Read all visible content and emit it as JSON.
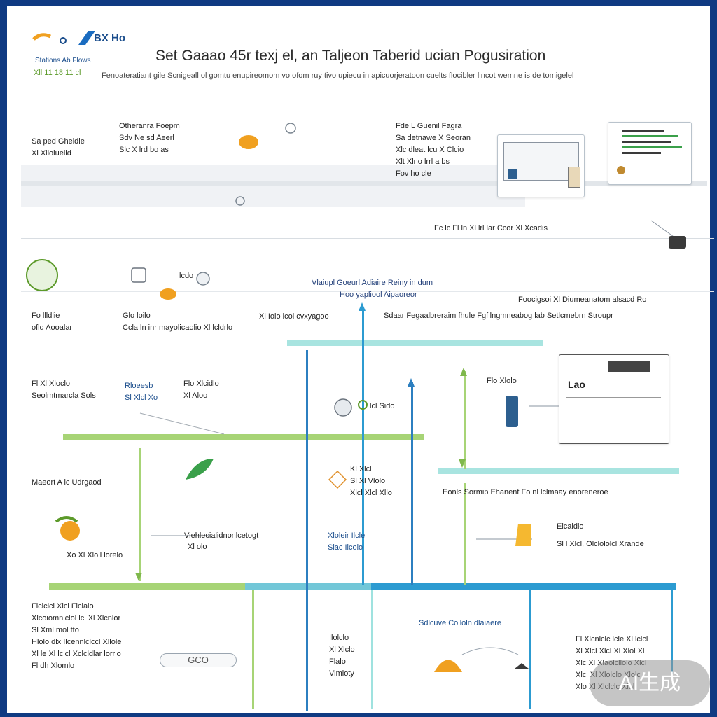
{
  "header": {
    "brand_line_1": "BX Ho",
    "brand_line_2": "Stations Ab Flows",
    "brand_line_3": "Xll 11 18 11 cl",
    "title": "Set Gaaao 45r texj el, an Taljeon Taberid ucian Pogusiration",
    "subtitle": "Fenoateratiant gile Scnigeall ol gomtu enupireomom vo ofom ruy tivo upiecu in apicuorjeratoon cuelts flocibler lincot wemne is de tomigelel"
  },
  "blocks": {
    "top_left_label": [
      "Sa ped Gheldie",
      "Xl Xiloluelld"
    ],
    "top_mid": [
      "Otheranra Foepm",
      "Sdv Ne sd Aeerl",
      "Slc X lrd bo as"
    ],
    "top_right": [
      "Fde  L Guenil Fagra",
      "Sa detnawe X Seoran",
      "Xlc dleat lcu X Clcio",
      "Xlt Xlno lrrl a bs",
      "Fov ho cle"
    ],
    "ribbon_right": "Fc lc Fl ln Xl lrl lar Ccor Xl Xcadis",
    "mid_left_a": [
      "Fo llldlie",
      "ofld Aooalar"
    ],
    "mid_left_b": [
      "Glo loilo",
      "Ccla ln inr mayolicaolio Xl lcldrlo"
    ],
    "mid_left_small": "lcdo",
    "center_caption": "Xl Ioio lcol cvxyagoo",
    "center_box": [
      "Vlaiupl Goeurl Adiaire Reiny in dum",
      "Hoo yapliool Aipaoreor"
    ],
    "center_right": "Sdaar Fegaalbreraim fhule Fgfllngmneabog lab Setlcmebrn Stroupr",
    "right_label": "Foocigsoi Xl Diumeanatom alsacd Ro",
    "row2_left": [
      "Fl Xl Xloclo",
      "Seolmtmarcla Sols"
    ],
    "row2_mid": [
      "Rloeesb",
      "Sl Xlcl Xo"
    ],
    "row2_mid_b": [
      "Flo Xlcidlo",
      "Xl Aloo"
    ],
    "row2_center": "lcl Sido",
    "row2_right_small": "Flo Xlolo",
    "doc_right_badge": "Lao",
    "row3_left": "Maeort A lc Udrgaod",
    "row3_center": [
      "Kl Xlcl",
      "Sl Xl Vlolo",
      "Xlcl Xlcl Xllo"
    ],
    "row3_right": "Eonls Sormip  Ehanent  Fo nl lclmaay enoreneroe",
    "row4_left_caption": "Xo Xl Xloll lorelo",
    "row4_center": "Viehlecialidnonlcetogt",
    "row4_center_b": "Xl olo",
    "row4_mid": [
      "Xloleir Ilcle",
      "Slac Ilcolo"
    ],
    "row4_right": [
      "Elcaldlo",
      "Sl l Xlcl, Olclololcl Xrande"
    ],
    "bottom_left": [
      "Flclclcl Xlcl Flclalo",
      "Xlcoiomnlclol lcl Xl Xlcnlor",
      "Sl Xml mol tto",
      "Hlolo dlx Ilcennlclccl Xllole",
      "Xl le Xl lclcl Xclcldlar lorrlo",
      "Fl dh Xlomlo"
    ],
    "bottom_left_badge": "GCO",
    "bottom_mid": [
      "Ilolclo",
      "Xl Xlclo",
      "Flalo",
      "Vimloty"
    ],
    "bottom_center": "Sdlcuve Colloln dlaiaere",
    "bottom_right": [
      "Fl Xlcnlclc lcle Xl lclcl",
      "Xl Xlcl Xlcl Xl Xlol Xl",
      "Xlc Xl Xlaolcllolo Xlcl",
      "Xlcl Xl Xlolclo Xlolc",
      "Xlo Xl Xlclclc Xlol"
    ],
    "watermark": "AI生成"
  },
  "colors": {
    "frame": "#0f3a82",
    "green_bar": "#9fcf6a",
    "teal_bar": "#9fe2df",
    "blue_bar": "#2c9bd1",
    "orange": "#f0a020"
  }
}
